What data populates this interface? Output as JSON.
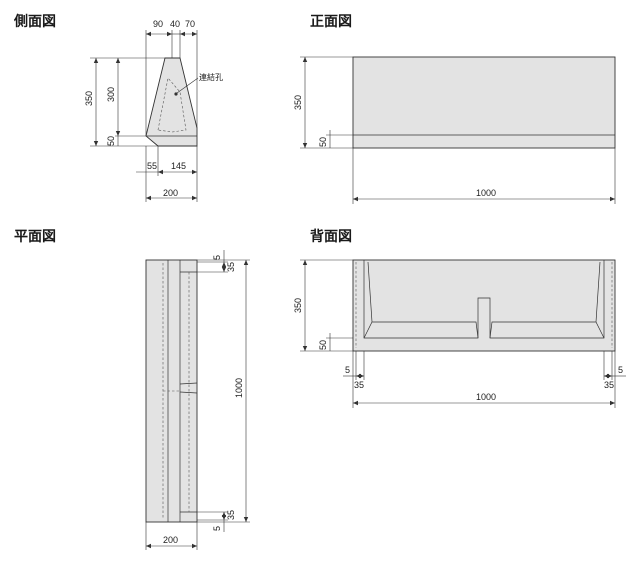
{
  "views": {
    "side": {
      "title": "側面図",
      "dims": {
        "top_a": "90",
        "top_b": "40",
        "top_c": "70",
        "h_total": "350",
        "h_upper": "300",
        "h_lower": "50",
        "base_a": "55",
        "base_b": "145",
        "width": "200"
      },
      "note": "連結孔"
    },
    "front": {
      "title": "正面図",
      "dims": {
        "height": "350",
        "base": "50",
        "length": "1000"
      }
    },
    "plan": {
      "title": "平面図",
      "dims": {
        "top_small": "5",
        "top_gap": "35",
        "length": "1000",
        "bot_gap": "35",
        "bot_small": "5",
        "width": "200"
      }
    },
    "back": {
      "title": "背面図",
      "dims": {
        "height": "350",
        "base": "50",
        "left_small": "5",
        "left_gap": "35",
        "right_gap": "35",
        "right_small": "5",
        "length": "1000"
      }
    }
  },
  "colors": {
    "fill": "#e3e3e3",
    "line": "#333333"
  }
}
